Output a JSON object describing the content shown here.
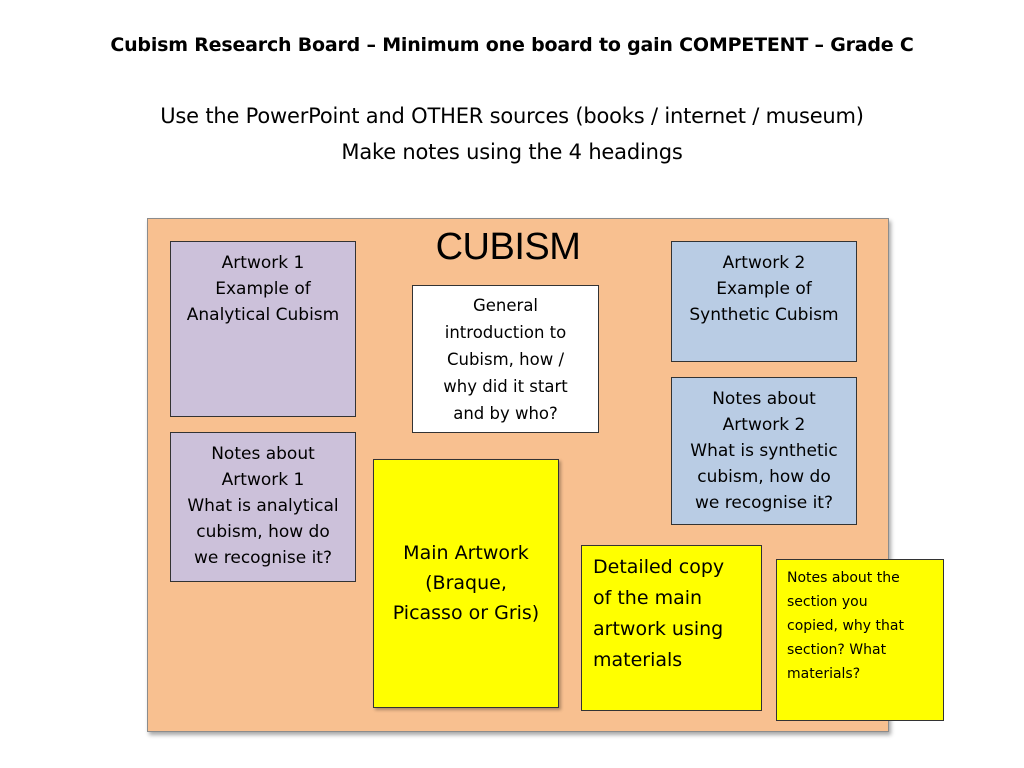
{
  "header": {
    "title": "Cubism Research Board – Minimum one board to gain COMPETENT – Grade C",
    "line1": "Use the PowerPoint and OTHER sources (books / internet / museum)",
    "line2": "Make notes using the 4 headings"
  },
  "board": {
    "title": "CUBISM",
    "background_color": "#f8c090",
    "boxes": {
      "artwork1": "Artwork 1\nExample of\nAnalytical Cubism",
      "notes1": "Notes about\nArtwork 1\nWhat is analytical\ncubism, how do\nwe recognise it?",
      "intro": "General\nintroduction to\nCubism, how /\nwhy did it start\nand by who?",
      "artwork2": "Artwork 2\nExample of\nSynthetic Cubism",
      "notes2": "Notes about\nArtwork 2\nWhat is synthetic\ncubism, how do\nwe recognise it?",
      "main": "Main Artwork\n(Braque,\nPicasso or Gris)",
      "copy": "Detailed copy\nof the main\nartwork using\nmaterials",
      "notes3": "Notes about the\nsection you\ncopied, why that\nsection? What\nmaterials?"
    }
  },
  "colors": {
    "purple": "#ccc1da",
    "blue": "#b9cce4",
    "yellow": "#ffff00",
    "white": "#ffffff"
  }
}
